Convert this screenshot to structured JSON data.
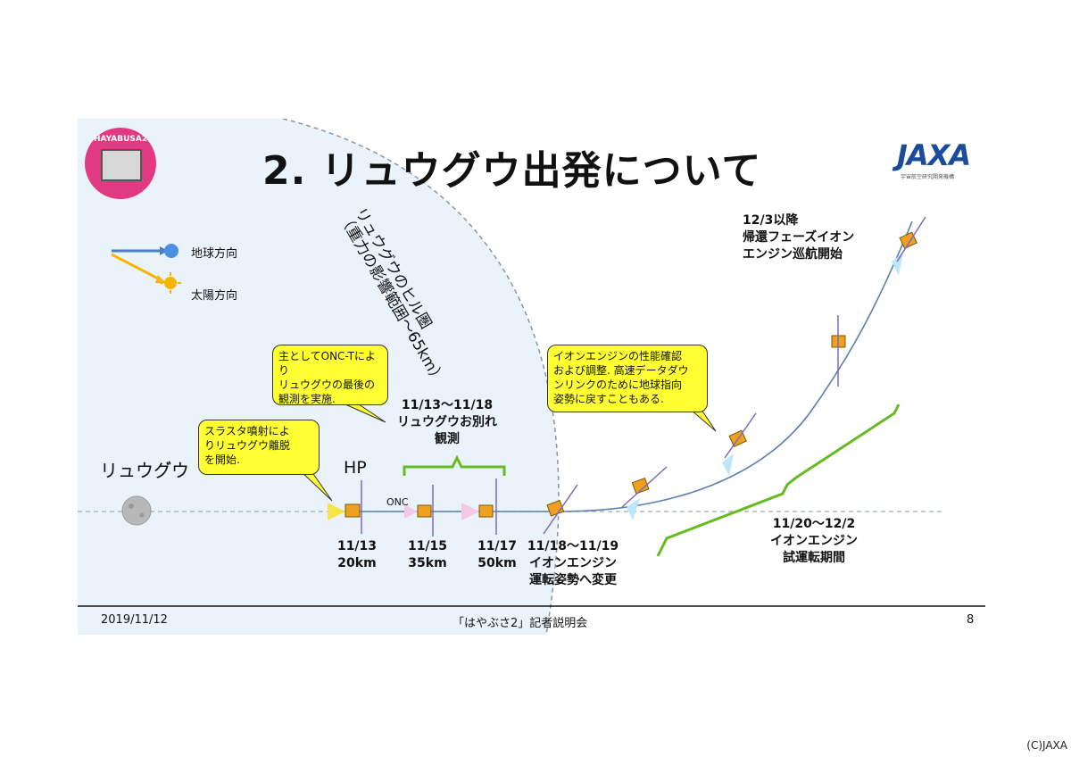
{
  "title": "2. リュウグウ出発について",
  "logo": {
    "text": "JAXA",
    "subtitle": "宇宙航空研究開発機構",
    "mission_patch_text": "HAYABUSA2"
  },
  "legend": {
    "earth": "地球方向",
    "sun": "太陽方向"
  },
  "hill_sphere": {
    "line1": "リュウグウのヒル圏",
    "line2": "（重力の影響範囲～65km）"
  },
  "ryugu_label": "リュウグ゙ウ",
  "hp_label": "HP",
  "onc_label": "ONC",
  "callouts": {
    "thruster": [
      "スラスタ噴射によ",
      "りリュウグウ離脱",
      "を開始."
    ],
    "onc_t": [
      "主としてONC-Tにより",
      "リュウグウの最後の",
      "観測を実施."
    ],
    "ion": [
      "イオンエンジンの性能確認",
      "および調整. 高速データダウ",
      "ンリンクのために地球指向",
      "姿勢に戻すこともある."
    ]
  },
  "farewell": {
    "line1": "11/13～11/18",
    "line2": "リュウグウお別れ",
    "line3": "観測"
  },
  "points": [
    {
      "date": "11/13",
      "dist": "20km"
    },
    {
      "date": "11/15",
      "dist": "35km"
    },
    {
      "date": "11/17",
      "dist": "50km"
    }
  ],
  "attitude": {
    "line1": "11/18～11/19",
    "line2": "イオンエンジン",
    "line3": "運転姿勢へ変更"
  },
  "trial": {
    "line1": "11/20～12/2",
    "line2": "イオンエンジン",
    "line3": "試運転期間"
  },
  "return": {
    "line1": "12/3以降",
    "line2": "帰還フェーズイオン",
    "line3": "エンジン巡航開始"
  },
  "footer": {
    "date": "2019/11/12",
    "center": "「はやぶさ2」記者説明会",
    "page": "8"
  },
  "credit": "(C)JAXA",
  "colors": {
    "hill_fill": "#eaf3f9",
    "callout": "#ffff33",
    "bracket": "#66bb22",
    "trajectory": "#5a7fb0",
    "earth": "#4a8fe0",
    "sun": "#f7b500"
  }
}
